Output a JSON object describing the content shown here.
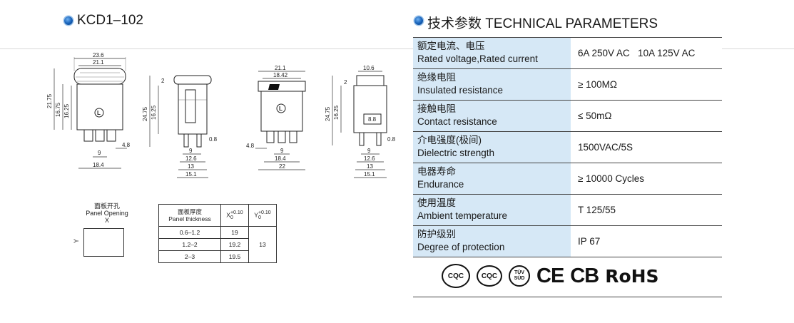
{
  "left_heading": "KCD1–102",
  "right_heading": "技术参数 TECHNICAL PARAMETERS",
  "drawing_dims": {
    "front_width_outer": "23.6",
    "front_width_inner": "21.1",
    "front_height_1": "21.75",
    "front_height_2": "16.75",
    "front_height_3": "16.25",
    "front_pin_spacing": "9",
    "front_pin_gap": "4.8",
    "front_base_width": "18.4",
    "side1_top": "2",
    "side1_height_1": "24.75",
    "side1_height_2": "16.25",
    "side1_pin": "0.8",
    "side1_d1": "9",
    "side1_d2": "12.6",
    "side1_d3": "13",
    "side1_d4": "15.1",
    "top_w1": "21.1",
    "top_w2": "18.42",
    "top_gap": "4.8",
    "top_d1": "9",
    "top_d2": "18.4",
    "top_d3": "22",
    "side2_w": "10.6",
    "side2_top": "2",
    "side2_h1": "24.75",
    "side2_h2": "16.25",
    "side2_inner": "8.8",
    "side2_pin": "0.8",
    "side2_d1": "9",
    "side2_d2": "12.6",
    "side2_d3": "13",
    "side2_d4": "15.1"
  },
  "panel_opening": {
    "label_cn": "面板开孔",
    "label_en": "Panel Opening",
    "x_label": "X",
    "y_label": "Y"
  },
  "panel_table": {
    "head_cn": "面板厚度",
    "head_en": "Panel thickness",
    "x_head": "X",
    "y_head": "Y",
    "tol_top": "+0.10",
    "tol_bottom": "0",
    "rows": [
      {
        "thickness": "0.6–1.2",
        "x": "19"
      },
      {
        "thickness": "1.2–2",
        "x": "19.2"
      },
      {
        "thickness": "2–3",
        "x": "19.5"
      }
    ],
    "y_value": "13"
  },
  "tech_params": [
    {
      "cn": "额定电流、电压",
      "en": "Rated voltage,Rated current",
      "value": "6A 250V AC   10A 125V AC"
    },
    {
      "cn": "绝缘电阻",
      "en": "Insulated resistance",
      "value": "≥ 100MΩ"
    },
    {
      "cn": "接触电阻",
      "en": "Contact resistance",
      "value": "≤ 50mΩ"
    },
    {
      "cn": "介电强度(极间)",
      "en": "Dielectric strength",
      "value": "1500VAC/5S"
    },
    {
      "cn": "电器寿命",
      "en": "Endurance",
      "value": "≥ 10000 Cycles"
    },
    {
      "cn": "使用温度",
      "en": "Ambient temperature",
      "value": "T 125/55"
    },
    {
      "cn": "防护级别",
      "en": "Degree of protection",
      "value": "IP 67"
    }
  ],
  "certs": {
    "cqc1": "CQC",
    "cqc2": "CQC",
    "tuv_top": "TÜV",
    "tuv_bottom": "SÜD",
    "ce": "CE",
    "cb": "CB",
    "rohs": "RoHS"
  }
}
